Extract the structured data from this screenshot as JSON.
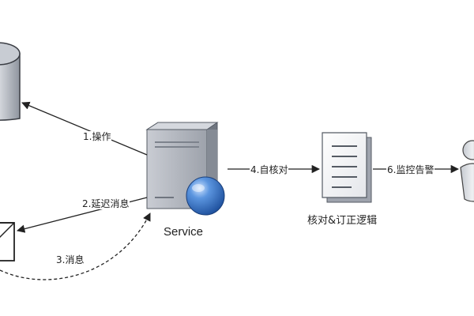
{
  "nodes": {
    "service": {
      "label": "Service"
    },
    "reconcile": {
      "label": "核对&订正逻辑"
    }
  },
  "edges": {
    "operate": {
      "label": "1.操作"
    },
    "delay_msg": {
      "label": "2.延迟消息"
    },
    "message": {
      "label": "3.消息"
    },
    "self_check": {
      "label": "4.自核对"
    },
    "monitor_alert": {
      "label": "6.监控告警"
    }
  },
  "colors": {
    "server_body": "#b9bec8",
    "server_dark": "#8c929c",
    "globe": "#2f6fc0",
    "line": "#222222"
  },
  "icons": {
    "database": "database-cylinder-icon",
    "message_queue": "message-box-icon",
    "server": "server-globe-icon",
    "document": "document-stack-icon",
    "user": "user-person-icon"
  }
}
